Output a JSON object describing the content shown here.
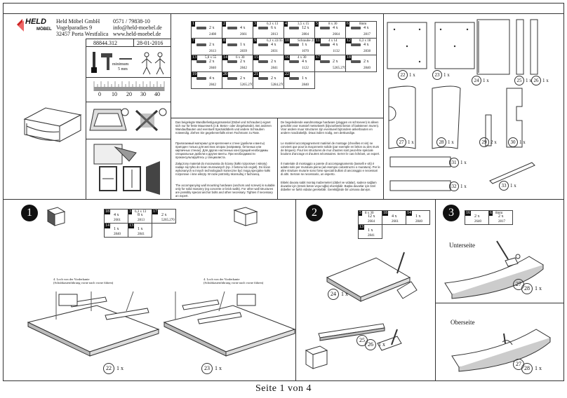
{
  "logo": {
    "brand": "HELD",
    "sub": "MÖBEL"
  },
  "company": {
    "lines": [
      "Held Möbel GmbH",
      "Vogelparadies 9",
      "32457 Porta Westfalica"
    ],
    "contact": [
      "0571 / 79838-10",
      "info@held-moebel.de",
      "www.held-moebel.de"
    ]
  },
  "doc": {
    "article_no": "88844.312",
    "date": "28-01-2016"
  },
  "tools": {
    "min_label": "minimum",
    "drill": "5 mm",
    "ruler_ticks": [
      "0",
      "10",
      "20",
      "30",
      "40"
    ]
  },
  "hardware_grid": {
    "items": [
      {
        "id": "1",
        "qty": "2 x",
        "code": "2408"
      },
      {
        "id": "2",
        "qty": "4 x",
        "code": "2661"
      },
      {
        "id": "3",
        "qty": "6 x",
        "size": "6,3 x 13",
        "code": "2813"
      },
      {
        "id": "4",
        "qty": "12 x",
        "size": "3,5 x 15",
        "code": "2804"
      },
      {
        "id": "5",
        "qty": "4 x",
        "size": "8 x 30",
        "code": "2664"
      },
      {
        "id": "6",
        "qty": "4 x",
        "size": "8mm",
        "code": "2817"
      },
      {
        "id": "7",
        "qty": "2 x",
        "code": "2613"
      },
      {
        "id": "8",
        "qty": "1 x",
        "code": "2839"
      },
      {
        "id": "9",
        "qty": "4 x",
        "size": "6,3 x 22/35",
        "code": "2831"
      },
      {
        "id": "10",
        "qty": "1 x",
        "size": "Schraube 25mm",
        "code": "1070"
      },
      {
        "id": "11",
        "qty": "4 x",
        "size": "4 x 14",
        "code": "1132"
      },
      {
        "id": "12",
        "qty": "4 x",
        "size": "6,3 x 18",
        "code": "2838"
      },
      {
        "id": "13",
        "qty": "2 x",
        "size": "5,8 x 55",
        "code": "2840"
      },
      {
        "id": "14",
        "qty": "2 x",
        "size": "6 x 30",
        "code": "2842"
      },
      {
        "id": "15",
        "qty": "2 x",
        "code": "2841"
      },
      {
        "id": "16",
        "qty": "4 x",
        "size": "4 x 30",
        "code": "1122"
      },
      {
        "id": "17",
        "qty": "2 x",
        "code": "5265.270"
      },
      {
        "id": "18",
        "qty": "2 x",
        "code": "2840"
      },
      {
        "id": "19",
        "qty": "4 x",
        "code": "2842"
      },
      {
        "id": "20",
        "qty": "2 x",
        "code": "5265.270"
      },
      {
        "id": "21",
        "qty": "2 x",
        "code": "5284.270"
      },
      {
        "id": "22",
        "qty": "1 x",
        "code": "2840"
      }
    ]
  },
  "warnings": {
    "de": "Das beigelegte Wandbefestigungsmaterial (Dübel und Schrauben) eignet sich nur für feste Mauerwerk (z.B. Beton- oder Ziegelwände). Bei anderen Wandaufbauten und eventuell Spezialdübeln und andere Schrauben notwendig. Ziehen Sie gegebenenfalls einen Fachmann zu Rate.",
    "ru": "Прилагаемый материал для крепления к стене (дюбели и винты) пригоден только для жестких опорах (например, бетонных или кирпичных стенах). Для других настенных конструкций необходимы специальные дюбели и другие винты. При необходимости проконсультируйтесь у специалиста.",
    "pl": "Załączony materiał do mocowania do ściany (kołki rozporowe i wkręty) nadaje się tylko do ścian murowanych (np. z betonu lub cegieł). Do ścian wykonanych w innych technologiach konieczne być mogą specjalne kołki rozporowe i inne wkręty. W razie potrzeby skonsultuj z fachowcą.",
    "en": "The accompanying wall mounting hardware (anchors and screws) is suitable only for solid masonry (eg concrete or brick walls). For other wall structures are possibly special anchor bolts and other necessary. Tighten if necessary an expert.",
    "nl": "De begeleidende wandmontage hardware (pluggen en schroeven) is alleen geschikt voor massief metselwerk (bijvoorbeeld beton of bakstenen muren). Voor andere muur structuren zijn eventueel bijzondere ankerbouten en andere noodzakelijk. Draai indien nodig, een deskundige.",
    "fr": "Le matériel accompagnement matériel de montage (chevilles et vis) ne convient que pour la maçonnerie solide (par exemple en béton ou des murs de briques). Pour les structures de mur d'autres sont peut-être spéciale boulons d'ancrage et d'autres nécessaires. Serrer le cas échéant, un expert.",
    "it": "Il materiale di montaggio a parete di accompagnamento (tasselli e viti) è adatto solo per muratura piena (ad esempio calcestruzzo o muratura). Per le altre strutture murarie sono forse speciali bulloni di ancoraggio e necessari di altri. Serrare se necessario, un esperto.",
    "tr": "Ekteki duvara sabit montaj malzemeleri (dübel ve vidalar), sadece sağlam duvarlar için (örnek beton veya tuğla) elverişlidir. Başka duvarlar için özel dübeller ve farklı vidalar gerekebilir. Gerektiğinde bir uzmana danışın."
  },
  "parts_top": [
    {
      "id": "22",
      "qty": "1 x"
    },
    {
      "id": "23",
      "qty": "1 x"
    },
    {
      "id": "24",
      "qty": "1 x"
    },
    {
      "id": "25",
      "qty": "1 x"
    },
    {
      "id": "26",
      "qty": "1 x"
    },
    {
      "id": "27",
      "qty": "1 x"
    },
    {
      "id": "28",
      "qty": "1 x"
    },
    {
      "id": "29",
      "qty": "2 x"
    },
    {
      "id": "30",
      "qty": "1 x"
    },
    {
      "id": "31",
      "qty": "1 x"
    },
    {
      "id": "32",
      "qty": "1 x"
    },
    {
      "id": "33",
      "qty": "1 x"
    }
  ],
  "step1": {
    "number": "1",
    "parts": [
      {
        "id": "18",
        "qty": "4 x",
        "code": "2661"
      },
      {
        "id": "3",
        "qty": "8 x",
        "size": "6,3 x 13",
        "code": "2813"
      },
      {
        "id": "17",
        "qty": "2 x",
        "code": "5265.270"
      },
      {
        "id": "14",
        "qty": "1 x",
        "code": "2840"
      },
      {
        "id": "13",
        "qty": "1 x",
        "code": "2841"
      }
    ],
    "note_left": "4. Loch von der Vorderkante (Schubkastenführung vorne nach vorne führen)",
    "note_right": "4. Loch von der Vorderkante (Schubkastenführung vorne nach vorne führen)",
    "panel_left": {
      "id": "22",
      "qty": "1 x"
    },
    "panel_right": {
      "id": "23",
      "qty": "1 x"
    }
  },
  "step2": {
    "number": "2",
    "parts": [
      {
        "id": "5",
        "qty": "12 x",
        "size": "8 x 30",
        "code": "2664"
      },
      {
        "id": "18",
        "qty": "4 x",
        "code": "2661"
      },
      {
        "id": "14",
        "qty": "1 x",
        "code": "2840"
      },
      {
        "id": "13",
        "qty": "1 x",
        "code": "2841"
      }
    ],
    "panel_a": {
      "id": "24",
      "qty": "1 x"
    },
    "panel_b": {
      "id": "25",
      "alt": "26",
      "qty": "1 x"
    }
  },
  "step3": {
    "number": "3",
    "parts": [
      {
        "id": "16",
        "qty": "2 x",
        "code": "2640"
      },
      {
        "id": "6",
        "qty": "2 x",
        "size": "8mm",
        "code": "2817"
      }
    ],
    "unterseite": "Unterseite",
    "oberseite": "Oberseite",
    "panel_under": {
      "id": "27",
      "alt": "28",
      "qty": "1 x"
    },
    "panel_over": {
      "id": "27",
      "alt": "28",
      "qty": "1 x"
    }
  },
  "footer": {
    "page": "Seite 1 von 4"
  }
}
